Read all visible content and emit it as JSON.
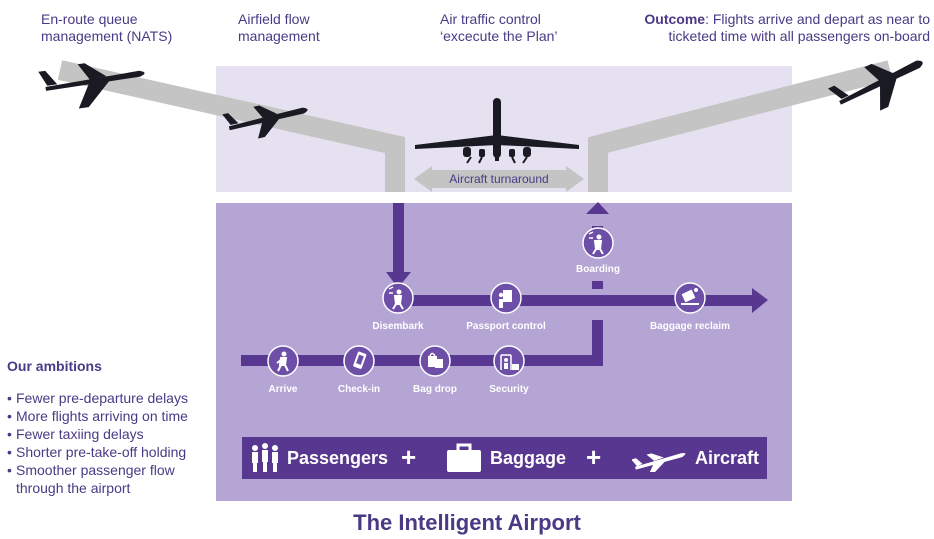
{
  "top_labels": {
    "enroute": "En-route queue management (NATS)",
    "airfield_flow": "Airfield flow management",
    "atc": "Air traffic control ‘excecute the Plan’",
    "outcome_bold": "Outcome",
    "outcome_rest": ": Flights arrive and depart as near to ticketed time with all passengers on-board"
  },
  "turnaround": "Aircraft turnaround",
  "nodes": {
    "boarding": "Boarding",
    "disembark": "Disembark",
    "passport_control": "Passport control",
    "baggage_reclaim": "Baggage reclaim",
    "arrive": "Arrive",
    "check_in": "Check-in",
    "bag_drop": "Bag drop",
    "security": "Security"
  },
  "ambitions": {
    "title": "Our ambitions",
    "items": [
      "Fewer pre-departure delays",
      "More flights arriving on time",
      "Fewer taxiing delays",
      "Shorter pre-take-off holding",
      "Smoother passenger flow through the airport"
    ]
  },
  "legend": {
    "passengers": "Passengers",
    "baggage": "Baggage",
    "aircraft": "Aircraft",
    "plus": "+"
  },
  "footer": "The Intelligent Airport",
  "colors": {
    "purple_dark": "#57378f",
    "purple_mid": "#6d4fa8",
    "purple_light_box": "#e6e1f0",
    "purple_panel": "#b4a5d5",
    "path_grey": "#c4c4c4",
    "aircraft": "#1a1a22"
  }
}
